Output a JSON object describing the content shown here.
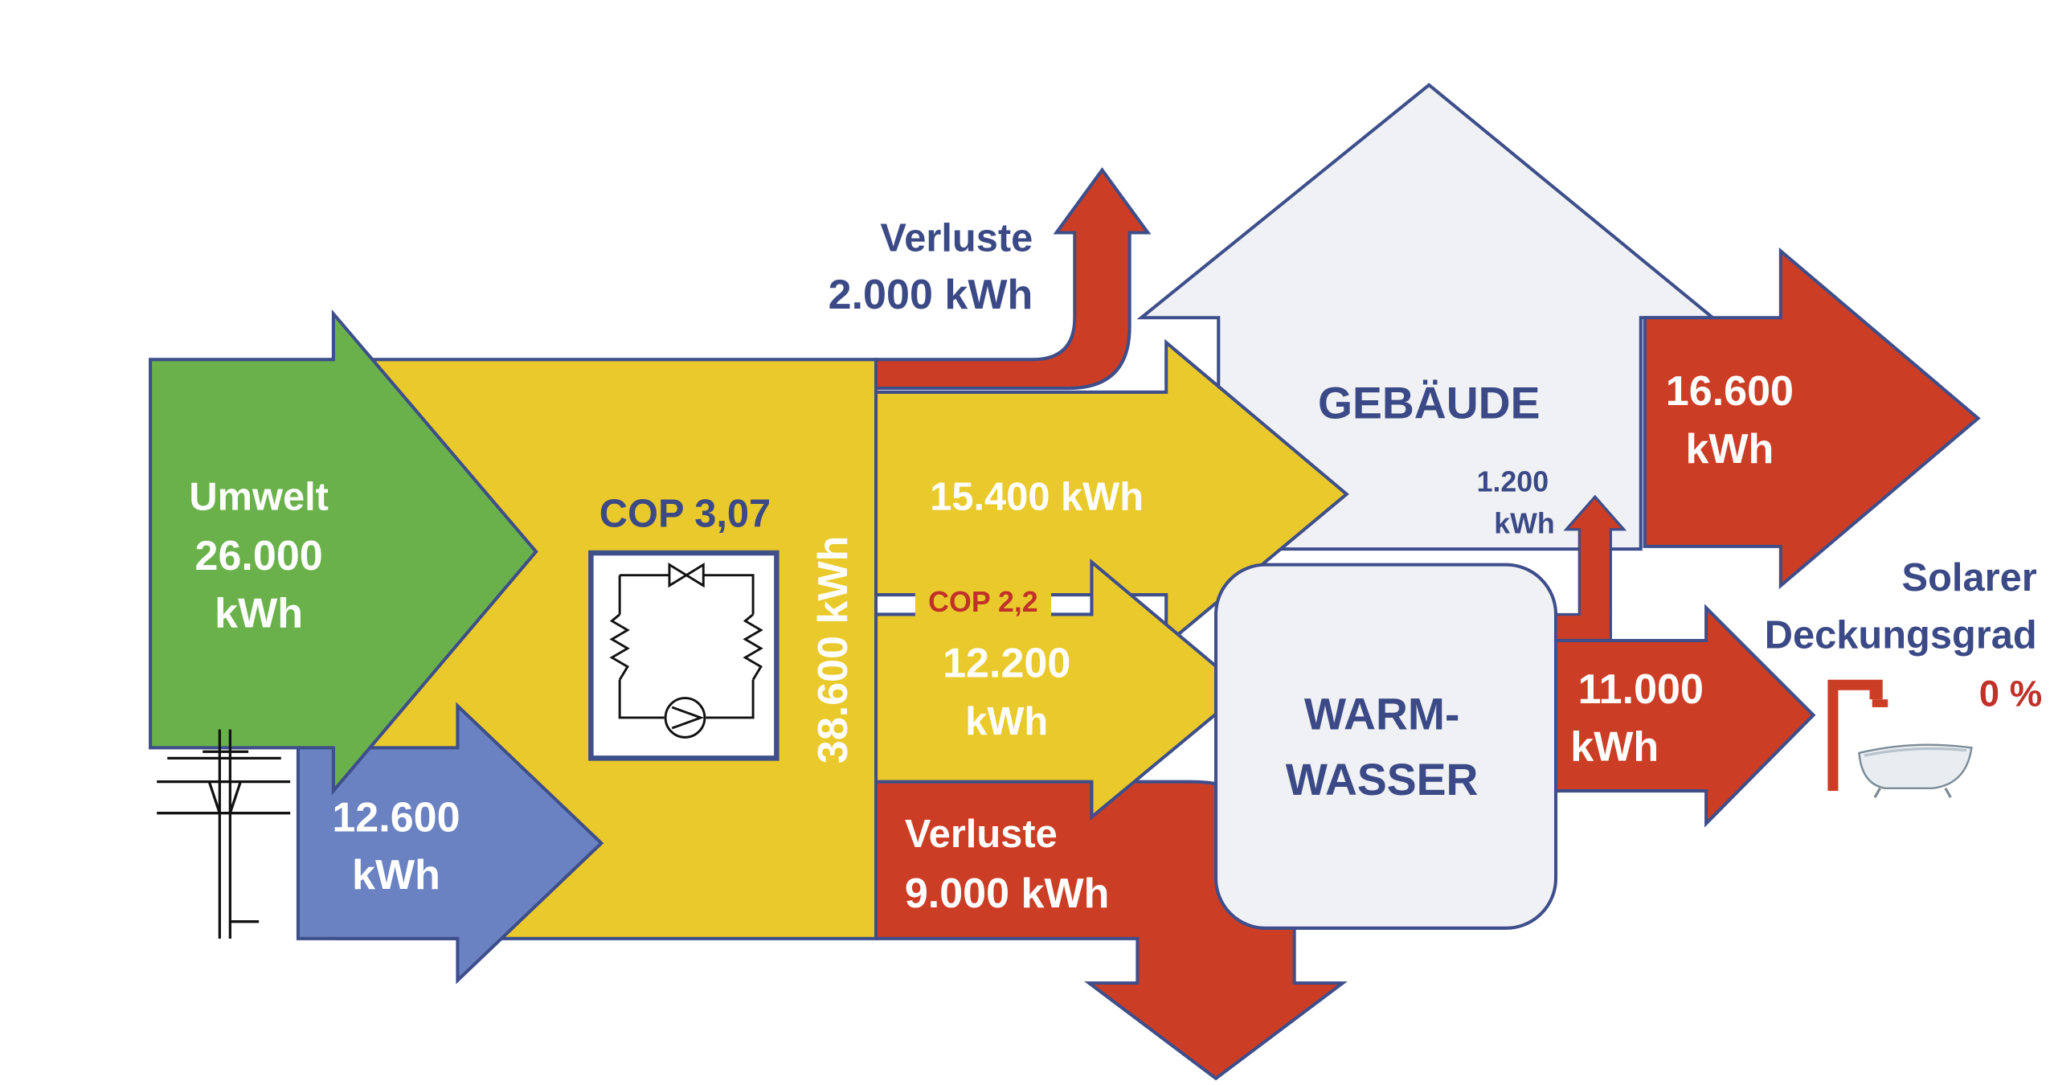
{
  "colors": {
    "green": "#6ab14b",
    "yellow": "#e9c92b",
    "blue": "#6b82c2",
    "red": "#cc3d25",
    "house": "#f0f1f4",
    "outline": "#3d4e8b",
    "navy_text": "#3b4a86",
    "red_text": "#c0312a"
  },
  "icons": {
    "pylon": "power-pylon-icon",
    "heat_pump": "heat-pump-circuit-icon",
    "bathtub": "bathtub-icon"
  },
  "environment": {
    "label": "Umwelt",
    "value": "26.000",
    "unit": "kWh"
  },
  "electricity": {
    "value": "12.600",
    "unit": "kWh"
  },
  "heat_pump": {
    "cop": "COP 3,07",
    "total": "38.600 kWh"
  },
  "loss_top": {
    "label": "Verluste",
    "value": "2.000 kWh"
  },
  "heating_flow": {
    "value": "15.400 kWh"
  },
  "hotwater_flow": {
    "cop": "COP 2,2",
    "value": "12.200",
    "unit": "kWh"
  },
  "loss_bottom": {
    "label": "Verluste",
    "value": "9.000 kWh"
  },
  "building": {
    "label": "GEBÄUDE",
    "output_value": "16.600",
    "output_unit": "kWh",
    "transfer_value": "1.200",
    "transfer_unit": "kWh"
  },
  "hot_water": {
    "label_line1": "WARM-",
    "label_line2": "WASSER",
    "output_value": "11.000",
    "output_unit": "kWh"
  },
  "solar": {
    "label_line1": "Solarer",
    "label_line2": "Deckungsgrad",
    "value": "0 %"
  }
}
